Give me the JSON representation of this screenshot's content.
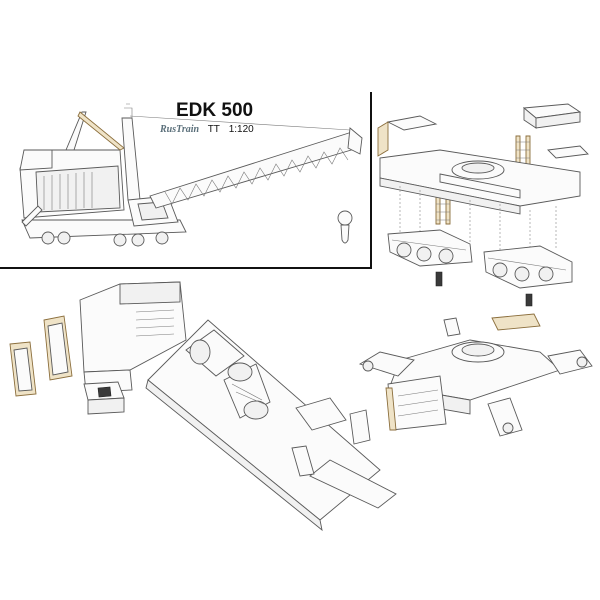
{
  "title": "EDK 500",
  "brand": "RusTrain",
  "gauge": "TT",
  "scale": "1:120",
  "colors": {
    "frame": "#111111",
    "line": "#5a5a5a",
    "brass": "#efe3c7"
  }
}
